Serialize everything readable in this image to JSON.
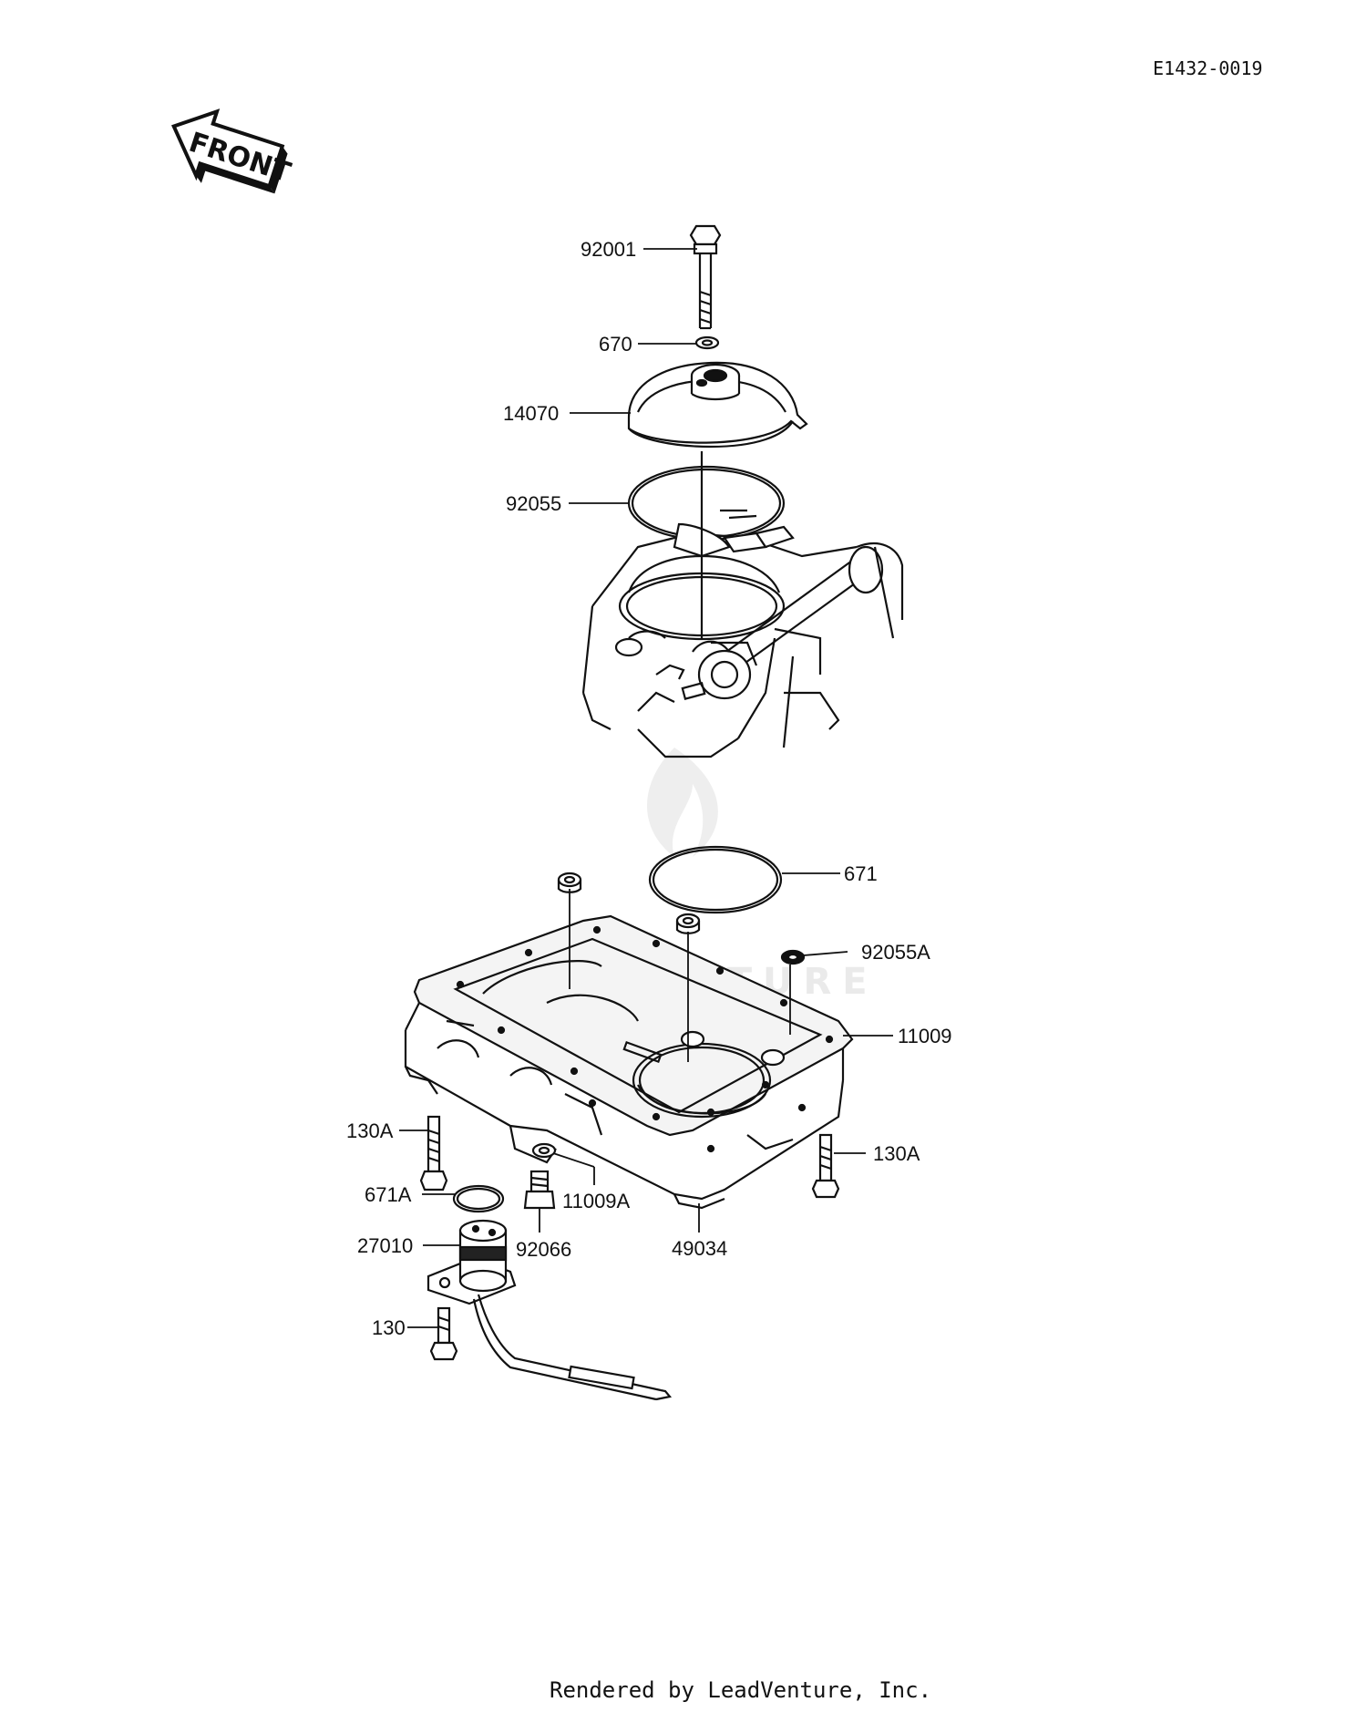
{
  "diagram": {
    "code": "E1432-0019",
    "front_label": "FRONT",
    "watermark": "LEADVENTURE",
    "footer": "Rendered by LeadVenture, Inc.",
    "callouts": {
      "p92001": "92001",
      "p670": "670",
      "p14070": "14070",
      "p92055": "92055",
      "p671": "671",
      "p92055A": "92055A",
      "p11009": "11009",
      "p130A_left": "130A",
      "p130A_right": "130A",
      "p671A": "671A",
      "p11009A": "11009A",
      "p27010": "27010",
      "p92066": "92066",
      "p49034": "49034",
      "p130": "130"
    }
  }
}
